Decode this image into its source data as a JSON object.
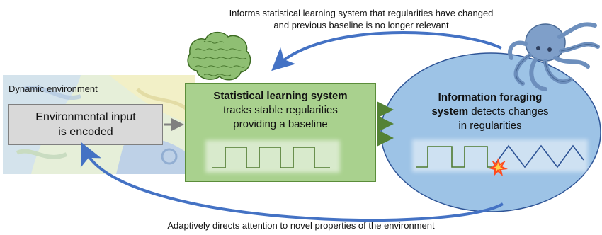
{
  "top_caption": {
    "line1": "Informs statistical learning system that regularities have changed",
    "line2": "and previous baseline is no longer relevant"
  },
  "bottom_caption": "Adaptively directs attention to novel properties of the environment",
  "environment": {
    "label": "Dynamic environment",
    "input_line1": "Environmental input",
    "input_line2": "is encoded"
  },
  "statistical_learning": {
    "title": "Statistical learning system",
    "line1": "tracks stable regularities",
    "line2": "providing a baseline"
  },
  "information_foraging": {
    "title_line1": "Information foraging",
    "title_line2": "system",
    "rest_line2": " detects changes",
    "line3": "in regularities"
  },
  "icons": [
    "coral-icon",
    "octopus-icon",
    "explosion-icon"
  ],
  "colors": {
    "arrow_blue": "#4472c4",
    "arrow_green": "#548235",
    "gray_arrow": "#808080",
    "stat_fill": "#a9d18e",
    "ellipse_fill": "#9dc3e6"
  }
}
